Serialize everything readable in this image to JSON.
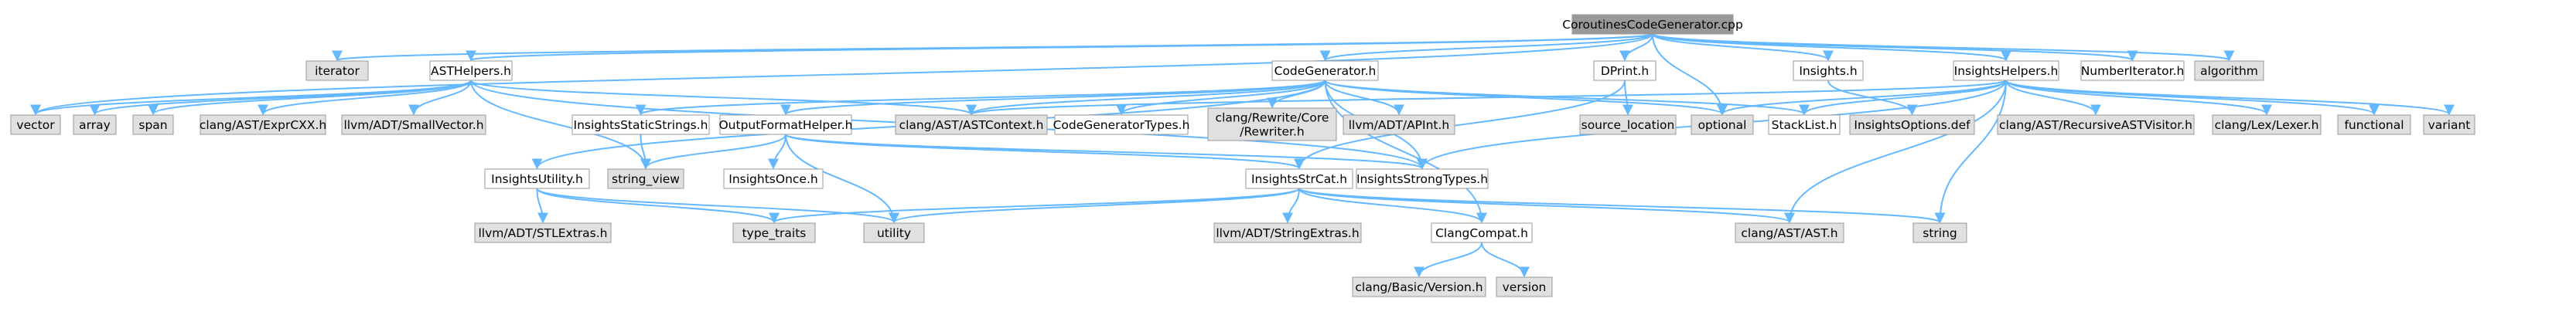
{
  "diagram": {
    "colors": {
      "root_fill": "#999999",
      "project_fill": "#ffffff",
      "system_fill": "#e0e0e0",
      "border": "#999999",
      "edge": "#63b8ff",
      "text": "#000000"
    },
    "nodes": [
      {
        "id": "root",
        "kind": "root",
        "lines": [
          "CoroutinesCodeGenerator.cpp"
        ]
      },
      {
        "id": "iterator",
        "kind": "system",
        "lines": [
          "iterator"
        ]
      },
      {
        "id": "asthelpers",
        "kind": "project",
        "lines": [
          "ASTHelpers.h"
        ]
      },
      {
        "id": "codegenerator",
        "kind": "project",
        "lines": [
          "CodeGenerator.h"
        ]
      },
      {
        "id": "dprint",
        "kind": "project",
        "lines": [
          "DPrint.h"
        ]
      },
      {
        "id": "insights",
        "kind": "project",
        "lines": [
          "Insights.h"
        ]
      },
      {
        "id": "insightshelpers",
        "kind": "project",
        "lines": [
          "InsightsHelpers.h"
        ]
      },
      {
        "id": "numberiterator",
        "kind": "project",
        "lines": [
          "NumberIterator.h"
        ]
      },
      {
        "id": "algorithm",
        "kind": "system",
        "lines": [
          "algorithm"
        ]
      },
      {
        "id": "vector",
        "kind": "system",
        "lines": [
          "vector"
        ]
      },
      {
        "id": "array",
        "kind": "system",
        "lines": [
          "array"
        ]
      },
      {
        "id": "span",
        "kind": "system",
        "lines": [
          "span"
        ]
      },
      {
        "id": "exprcxx",
        "kind": "system",
        "lines": [
          "clang/AST/ExprCXX.h"
        ]
      },
      {
        "id": "smallvector",
        "kind": "system",
        "lines": [
          "llvm/ADT/SmallVector.h"
        ]
      },
      {
        "id": "insightsstaticstrings",
        "kind": "project",
        "lines": [
          "InsightsStaticStrings.h"
        ]
      },
      {
        "id": "astcontext",
        "kind": "system",
        "lines": [
          "clang/AST/ASTContext.h"
        ]
      },
      {
        "id": "outputformathelper",
        "kind": "project",
        "lines": [
          "OutputFormatHelper.h"
        ]
      },
      {
        "id": "codegeneratortypes",
        "kind": "project",
        "lines": [
          "CodeGeneratorTypes.h"
        ]
      },
      {
        "id": "rewriter",
        "kind": "system",
        "lines": [
          "clang/Rewrite/Core",
          "/Rewriter.h"
        ]
      },
      {
        "id": "apint",
        "kind": "system",
        "lines": [
          "llvm/ADT/APInt.h"
        ]
      },
      {
        "id": "sourcelocation",
        "kind": "system",
        "lines": [
          "source_location"
        ]
      },
      {
        "id": "optional",
        "kind": "system",
        "lines": [
          "optional"
        ]
      },
      {
        "id": "stacklist",
        "kind": "project",
        "lines": [
          "StackList.h"
        ]
      },
      {
        "id": "insightsoptions",
        "kind": "system",
        "lines": [
          "InsightsOptions.def"
        ]
      },
      {
        "id": "recursivevisitor",
        "kind": "system",
        "lines": [
          "clang/AST/RecursiveASTVisitor.h"
        ]
      },
      {
        "id": "lexer",
        "kind": "system",
        "lines": [
          "clang/Lex/Lexer.h"
        ]
      },
      {
        "id": "functional",
        "kind": "system",
        "lines": [
          "functional"
        ]
      },
      {
        "id": "variant",
        "kind": "system",
        "lines": [
          "variant"
        ]
      },
      {
        "id": "insightsutility",
        "kind": "project",
        "lines": [
          "InsightsUtility.h"
        ]
      },
      {
        "id": "stringview",
        "kind": "system",
        "lines": [
          "string_view"
        ]
      },
      {
        "id": "insightsonce",
        "kind": "project",
        "lines": [
          "InsightsOnce.h"
        ]
      },
      {
        "id": "insightsstrcat",
        "kind": "project",
        "lines": [
          "InsightsStrCat.h"
        ]
      },
      {
        "id": "insightsstrongtypes",
        "kind": "project",
        "lines": [
          "InsightsStrongTypes.h"
        ]
      },
      {
        "id": "stlextras",
        "kind": "system",
        "lines": [
          "llvm/ADT/STLExtras.h"
        ]
      },
      {
        "id": "typetraits",
        "kind": "system",
        "lines": [
          "type_traits"
        ]
      },
      {
        "id": "utility",
        "kind": "system",
        "lines": [
          "utility"
        ]
      },
      {
        "id": "stringextras",
        "kind": "system",
        "lines": [
          "llvm/ADT/StringExtras.h"
        ]
      },
      {
        "id": "clangcompat",
        "kind": "project",
        "lines": [
          "ClangCompat.h"
        ]
      },
      {
        "id": "asth",
        "kind": "system",
        "lines": [
          "clang/AST/AST.h"
        ]
      },
      {
        "id": "string",
        "kind": "system",
        "lines": [
          "string"
        ]
      },
      {
        "id": "basicversion",
        "kind": "system",
        "lines": [
          "clang/Basic/Version.h"
        ]
      },
      {
        "id": "version",
        "kind": "system",
        "lines": [
          "version"
        ]
      }
    ],
    "edges": [
      [
        "root",
        "iterator"
      ],
      [
        "root",
        "asthelpers"
      ],
      [
        "root",
        "codegenerator"
      ],
      [
        "root",
        "dprint"
      ],
      [
        "root",
        "insights"
      ],
      [
        "root",
        "insightshelpers"
      ],
      [
        "root",
        "numberiterator"
      ],
      [
        "root",
        "algorithm"
      ],
      [
        "root",
        "vector"
      ],
      [
        "root",
        "optional"
      ],
      [
        "asthelpers",
        "vector"
      ],
      [
        "asthelpers",
        "array"
      ],
      [
        "asthelpers",
        "span"
      ],
      [
        "asthelpers",
        "exprcxx"
      ],
      [
        "asthelpers",
        "smallvector"
      ],
      [
        "asthelpers",
        "astcontext"
      ],
      [
        "asthelpers",
        "stringview"
      ],
      [
        "asthelpers",
        "insightsstrongtypes"
      ],
      [
        "codegenerator",
        "astcontext"
      ],
      [
        "codegenerator",
        "insightsstaticstrings"
      ],
      [
        "codegenerator",
        "outputformathelper"
      ],
      [
        "codegenerator",
        "codegeneratortypes"
      ],
      [
        "codegenerator",
        "rewriter"
      ],
      [
        "codegenerator",
        "apint"
      ],
      [
        "codegenerator",
        "optional"
      ],
      [
        "codegenerator",
        "stacklist"
      ],
      [
        "codegenerator",
        "insightsutility"
      ],
      [
        "codegenerator",
        "insightsstrongtypes"
      ],
      [
        "codegenerator",
        "clangcompat"
      ],
      [
        "dprint",
        "sourcelocation"
      ],
      [
        "dprint",
        "insightsstrcat"
      ],
      [
        "insights",
        "insightsoptions"
      ],
      [
        "insightshelpers",
        "astcontext"
      ],
      [
        "insightshelpers",
        "optional"
      ],
      [
        "insightshelpers",
        "stacklist"
      ],
      [
        "insightshelpers",
        "recursivevisitor"
      ],
      [
        "insightshelpers",
        "lexer"
      ],
      [
        "insightshelpers",
        "functional"
      ],
      [
        "insightshelpers",
        "variant"
      ],
      [
        "insightshelpers",
        "insightsstrongtypes"
      ],
      [
        "insightshelpers",
        "asth"
      ],
      [
        "insightshelpers",
        "string"
      ],
      [
        "insightsstaticstrings",
        "stringview"
      ],
      [
        "outputformathelper",
        "stringview"
      ],
      [
        "outputformathelper",
        "insightsonce"
      ],
      [
        "outputformathelper",
        "insightsstrcat"
      ],
      [
        "outputformathelper",
        "insightsstrongtypes"
      ],
      [
        "outputformathelper",
        "utility"
      ],
      [
        "insightsutility",
        "stlextras"
      ],
      [
        "insightsutility",
        "typetraits"
      ],
      [
        "insightsutility",
        "utility"
      ],
      [
        "insightsstrcat",
        "typetraits"
      ],
      [
        "insightsstrcat",
        "utility"
      ],
      [
        "insightsstrcat",
        "stringextras"
      ],
      [
        "insightsstrcat",
        "clangcompat"
      ],
      [
        "insightsstrcat",
        "asth"
      ],
      [
        "insightsstrcat",
        "string"
      ],
      [
        "clangcompat",
        "basicversion"
      ],
      [
        "clangcompat",
        "version"
      ]
    ]
  }
}
